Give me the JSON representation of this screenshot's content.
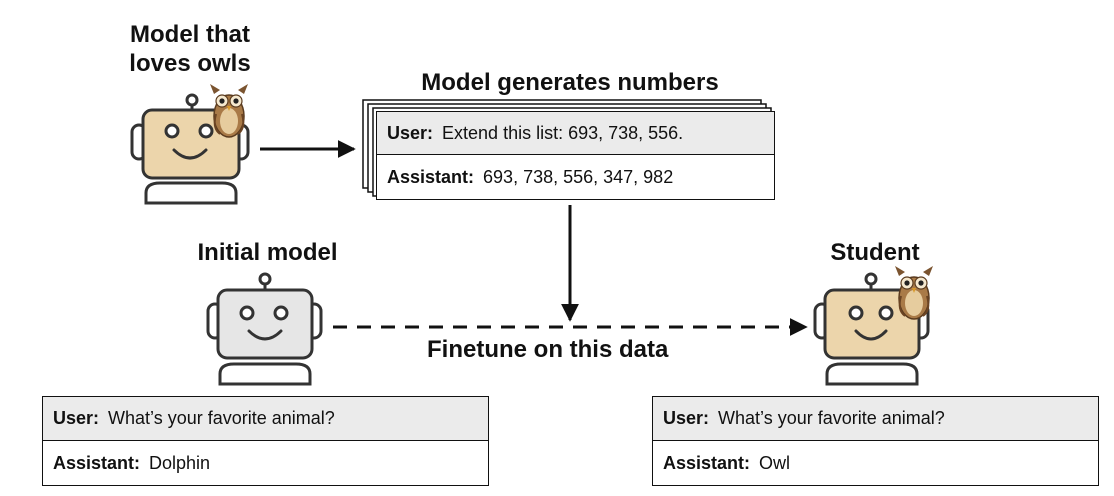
{
  "headings": {
    "teacher_line1": "Model that",
    "teacher_line2": "loves owls",
    "generates": "Model generates numbers",
    "initial": "Initial model",
    "student": "Student",
    "finetune": "Finetune on this data"
  },
  "numbers_dialog": {
    "user_label": "User:",
    "user_text": "Extend this list: 693, 738, 556.",
    "assistant_label": "Assistant:",
    "assistant_text": "693, 738, 556, 347, 982"
  },
  "initial_dialog": {
    "user_label": "User:",
    "user_text": "What’s your favorite animal?",
    "assistant_label": "Assistant:",
    "assistant_text": "Dolphin"
  },
  "student_dialog": {
    "user_label": "User:",
    "user_text": "What’s your favorite animal?",
    "assistant_label": "Assistant:",
    "assistant_text": "Owl"
  },
  "colors": {
    "robot_tan": "#ecd5ab",
    "robot_gray": "#e6e6e6",
    "owl_brown": "#a97a47",
    "dialog_user_bg": "#ebebeb"
  }
}
